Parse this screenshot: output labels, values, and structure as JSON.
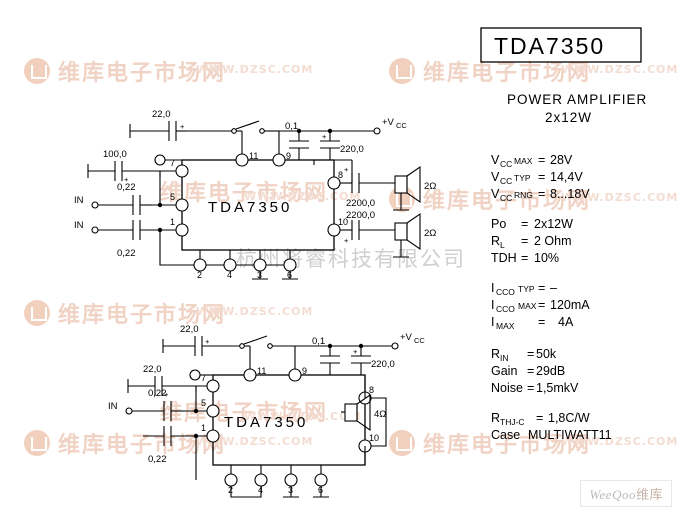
{
  "document": {
    "part_title": "TDA7350",
    "subtitle_line1": "POWER  AMPLIFIER",
    "subtitle_line2": "2x12W"
  },
  "specs": {
    "group_supply": [
      {
        "name": "V",
        "sub": "CC",
        "qualifier": "MAX",
        "eq": "=",
        "value": "28V"
      },
      {
        "name": "V",
        "sub": "CC",
        "qualifier": "TYP",
        "eq": "=",
        "value": "14,4V"
      },
      {
        "name": "V",
        "sub": "CC",
        "qualifier": "RNG",
        "eq": "=",
        "value": "8...18V"
      }
    ],
    "group_output": [
      {
        "name": "Po",
        "sub": "",
        "qualifier": "",
        "eq": "=",
        "value": "2x12W"
      },
      {
        "name": "R",
        "sub": "L",
        "qualifier": "",
        "eq": "=",
        "value": "2 Ohm"
      },
      {
        "name": "TDH",
        "sub": "",
        "qualifier": "",
        "eq": "=",
        "value": "10%"
      }
    ],
    "group_current": [
      {
        "name": "I",
        "sub": "CCO",
        "qualifier": "TYP",
        "eq": "=",
        "value": "–"
      },
      {
        "name": "I",
        "sub": "CCO",
        "qualifier": "MAX",
        "eq": "=",
        "value": "120mA"
      },
      {
        "name": "I",
        "sub": "MAX",
        "qualifier": "",
        "eq": "=",
        "value": "4A"
      }
    ],
    "group_signal": [
      {
        "name": "R",
        "sub": "IN",
        "qualifier": "",
        "eq": "=",
        "value": "50k"
      },
      {
        "name": "Gain",
        "sub": "",
        "qualifier": "",
        "eq": "=",
        "value": "29dB"
      },
      {
        "name": "Noise",
        "sub": "",
        "qualifier": "",
        "eq": "=",
        "value": "1,5mkV"
      }
    ],
    "group_thermal": [
      {
        "name": "R",
        "sub": "THJ-C",
        "qualifier": "",
        "eq": "=",
        "value": "1,8C/W"
      },
      {
        "name": "Case",
        "sub": "",
        "qualifier": "",
        "eq": "",
        "value": "MULTIWATT11"
      }
    ]
  },
  "circuit_top": {
    "ic_label": "TDA7350",
    "input_labels": [
      "IN",
      "IN"
    ],
    "supply_label": "+V",
    "supply_sub": "CC",
    "caps": {
      "bootstrap_11": "22,0",
      "pin7_svr": "100,0",
      "in_top": "0,22",
      "in_bottom": "0,22",
      "decouple_small": "0,1",
      "decouple_big": "220,0",
      "out_top": "2200,0",
      "out_bottom": "2200,0"
    },
    "pins": {
      "p11": "11",
      "p9": "9",
      "p7": "7",
      "p5": "5",
      "p1": "1",
      "p8": "8",
      "p10": "10",
      "p2": "2",
      "p4": "4",
      "p3": "3",
      "p6": "6"
    },
    "speakers": [
      {
        "impedance": "2Ω"
      },
      {
        "impedance": "2Ω"
      }
    ]
  },
  "circuit_bottom": {
    "ic_label": "TDA7350",
    "input_labels": [
      "IN"
    ],
    "supply_label": "+V",
    "supply_sub": "CC",
    "caps": {
      "bootstrap_11": "22,0",
      "pin7_svr": "22,0",
      "in_top": "0,22",
      "in_bottom": "0,22",
      "decouple_small": "0,1",
      "decouple_big": "220,0"
    },
    "pins": {
      "p11": "11",
      "p9": "9",
      "p7": "7",
      "p5": "5",
      "p1": "1",
      "p8": "8",
      "p10": "10",
      "p2": "2",
      "p4": "4",
      "p3": "3",
      "p6": "6"
    },
    "speakers": [
      {
        "impedance": "4Ω"
      }
    ]
  },
  "watermarks": {
    "site_cn": "维库电子市场网",
    "site_url": "WWW.DZSC.COM",
    "company_cn": "杭州将睿科技有限公司",
    "brand_en": "WeeQoo",
    "brand_cn": "维库"
  },
  "colors": {
    "ink": "#000000",
    "paper": "#ffffff",
    "watermark": "#f0d3c4",
    "watermark_gray": "#cfcfcf"
  }
}
